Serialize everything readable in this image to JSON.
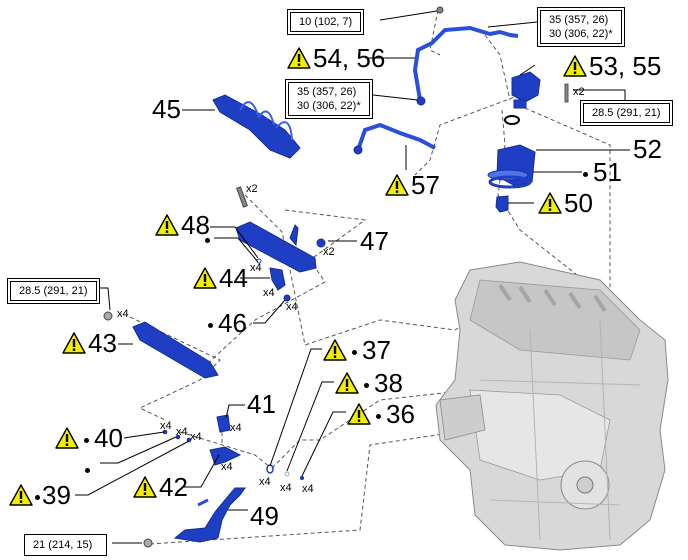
{
  "colors": {
    "part": "#1e3fc4",
    "part_light": "#4f74ea",
    "warning_fill": "#f2ee00",
    "engine": "#d4d4d4",
    "leader": "#000000",
    "dashed": "#555555"
  },
  "torque_specs": {
    "t_top_left": "10 (102, 7)",
    "t_top_right_1": "35 (357, 26)",
    "t_top_right_2": "30 (306, 22)*",
    "t_mid_1": "35 (357, 26)",
    "t_mid_2": "30 (306, 22)*",
    "t_right": "28.5 (291, 21)",
    "t_left": "28.5 (291, 21)",
    "t_bottom": "21 (214, 15)"
  },
  "callouts": {
    "c54_56": "54, 56",
    "c53_55": "53, 55",
    "c45": "45",
    "c52": "52",
    "c51": "51",
    "c57": "57",
    "c50": "50",
    "c48": "48",
    "c47": "47",
    "c44": "44",
    "c46": "46",
    "c43": "43",
    "c37": "37",
    "c38": "38",
    "c36": "36",
    "c41": "41",
    "c40": "40",
    "c39": "39",
    "c42": "42",
    "c49": "49"
  },
  "quantities": {
    "q_pump_bolt": "x2",
    "q_rail_bolt": "x2",
    "q47": "x2",
    "q48_dot": "x4",
    "q44": "x4",
    "q46": "x4",
    "q43_bolt": "x4",
    "q41": "x4",
    "q42": "x4",
    "q40": "x4",
    "q40b": "x4",
    "q39": "x4",
    "q37": "x4",
    "q38": "x4",
    "q36": "x4"
  },
  "icons": {
    "warning": "warning-triangle-icon",
    "bullet": "non-reusable-part-dot"
  }
}
